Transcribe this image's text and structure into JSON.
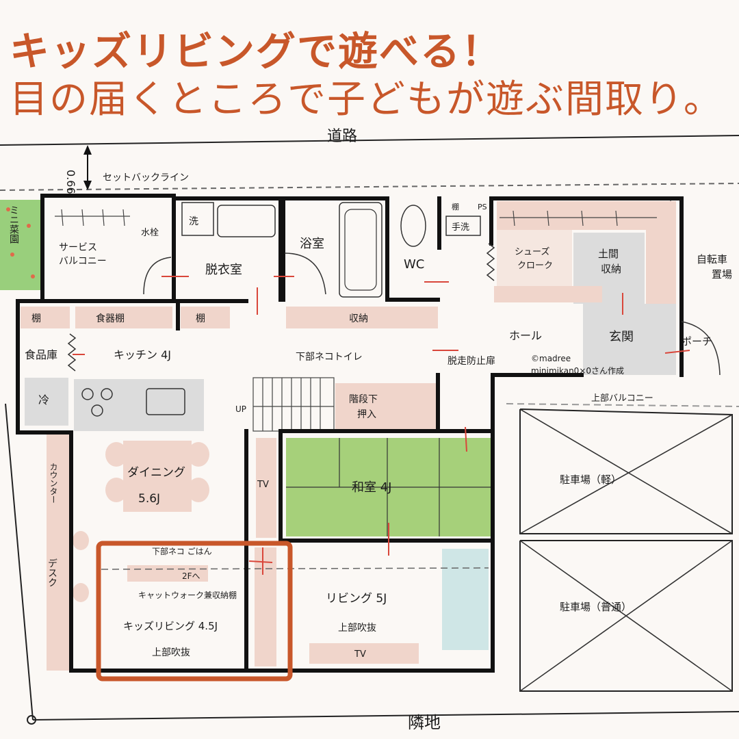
{
  "headline": {
    "line1": "キッズリビングで遊べる！",
    "line2": "目の届くところで子どもが遊ぶ間取り。"
  },
  "credit": {
    "source": "©madree",
    "author": "minimikan0×0さん作成"
  },
  "site": {
    "road": "道路",
    "neighbor": "隣地",
    "setback_label": "セットバックライン",
    "setback_dim": "0.66"
  },
  "rooms": {
    "mini_garden": "ミニ菜園",
    "service_balcony_1": "サービス",
    "service_balcony_2": "バルコニー",
    "faucet": "水栓",
    "wash_basin": "洗",
    "dressing": "脱衣室",
    "bath": "浴室",
    "wc": "WC",
    "shelf_small": "棚",
    "ps": "PS",
    "hand_wash": "手洗",
    "shoe_cloak_1": "シューズ",
    "shoe_cloak_2": "クローク",
    "doma_storage_1": "土間",
    "doma_storage_2": "収納",
    "bicycle_1": "自転車",
    "bicycle_2": "置場",
    "shelf_1": "棚",
    "dish_shelf": "食器棚",
    "shelf_2": "棚",
    "storage": "収納",
    "pantry": "食品庫",
    "kitchen": "キッチン 4J",
    "fridge": "冷",
    "hall": "ホール",
    "entrance": "玄関",
    "porch": "ポーチ",
    "anti_escape_door": "脱走防止扉",
    "cat_toilet_below": "下部ネコトイレ",
    "under_stairs_1": "階段下",
    "under_stairs_2": "押入",
    "up": "UP",
    "upper_balcony": "上部バルコニー",
    "counter": "カウンター",
    "dining_1": "ダイニング",
    "dining_2": "5.6J",
    "tv_1": "TV",
    "washitsu": "和室 4J",
    "parking_light": "駐車場（軽）",
    "parking_normal": "駐車場（普通）",
    "desk": "デスク",
    "cat_food_below": "下部ネコ ごはん",
    "to_2f": "2Fへ",
    "catwalk_storage": "キャットウォーク兼収納棚",
    "kids_living": "キッズリビング 4.5J",
    "open_above_1": "上部吹抜",
    "living": "リビング 5J",
    "open_above_2": "上部吹抜",
    "tv_2": "TV"
  },
  "colors": {
    "accent": "#c8572a",
    "wall": "#111111",
    "fixture_pink": "#f0d5cb",
    "tatami_green": "#a6d07a",
    "garden_green": "#99cf7c",
    "gray_fill": "#dcdcdc",
    "sofa_blue": "#cfe6e6"
  }
}
